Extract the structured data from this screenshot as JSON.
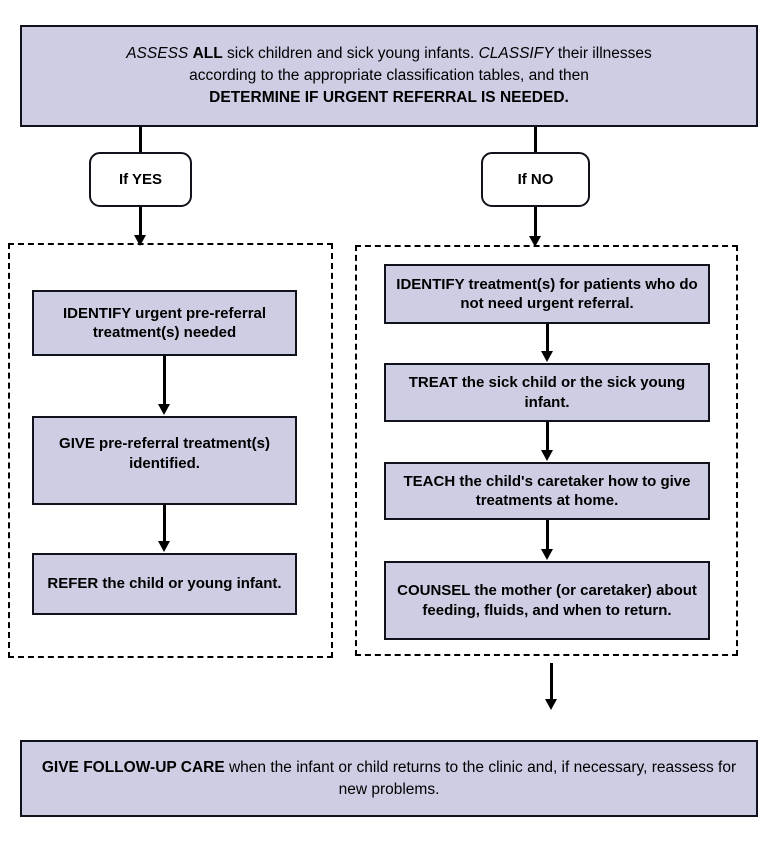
{
  "diagram": {
    "title": "IMCI case management process flowchart",
    "colors": {
      "box_fill": "#cdcde4",
      "box_border": "#12121c",
      "decision_fill": "#ffffff",
      "group_border": "#000000",
      "arrow": "#000000",
      "page_background": "#ffffff"
    }
  },
  "header_box": {
    "line1_pre_italic": "ASSESS",
    "line1_bold": "ALL",
    "line1_mid": " sick children and sick young infants. ",
    "line1_italic2": "CLASSIFY",
    "line1_post": " their illnesses",
    "line2": "according to the appropriate classification tables, and then",
    "line3": "DETERMINE IF URGENT REFERRAL IS NEEDED."
  },
  "decisions": {
    "yes_label": "If YES",
    "no_label": "If NO"
  },
  "left_branch": {
    "steps": [
      {
        "id": "identify-pre-referral",
        "text": "IDENTIFY urgent pre-referral treatment(s) needed"
      },
      {
        "id": "give-pre-referral",
        "text": "GIVE pre-referral treatment(s) identified."
      },
      {
        "id": "refer-child",
        "text": "REFER the child or young infant."
      }
    ]
  },
  "right_branch": {
    "steps": [
      {
        "id": "identify-treatments",
        "text": "IDENTIFY treatment(s) for patients who do not need urgent referral."
      },
      {
        "id": "treat-sick-child",
        "text": "TREAT the sick child or the sick young infant."
      },
      {
        "id": "teach-caretaker",
        "text": "TEACH the child's caretaker how to give treatments at home."
      },
      {
        "id": "counsel-mother",
        "text": "COUNSEL the mother (or caretaker) about feeding, fluids, and when to return."
      }
    ]
  },
  "footer_box": {
    "bold_lead": "GIVE FOLLOW-UP CARE",
    "rest": " when the infant or child returns to the clinic and, if necessary, reassess for new problems."
  },
  "connectors": [
    {
      "id": "header-to-yes"
    },
    {
      "id": "header-to-no"
    },
    {
      "id": "yes-to-left-group"
    },
    {
      "id": "left-step1-to-step2"
    },
    {
      "id": "left-step2-to-step3"
    },
    {
      "id": "no-to-right-group"
    },
    {
      "id": "right-step1-to-step2"
    },
    {
      "id": "right-step2-to-step3"
    },
    {
      "id": "right-step3-to-step4"
    },
    {
      "id": "right-group-to-footer"
    }
  ]
}
